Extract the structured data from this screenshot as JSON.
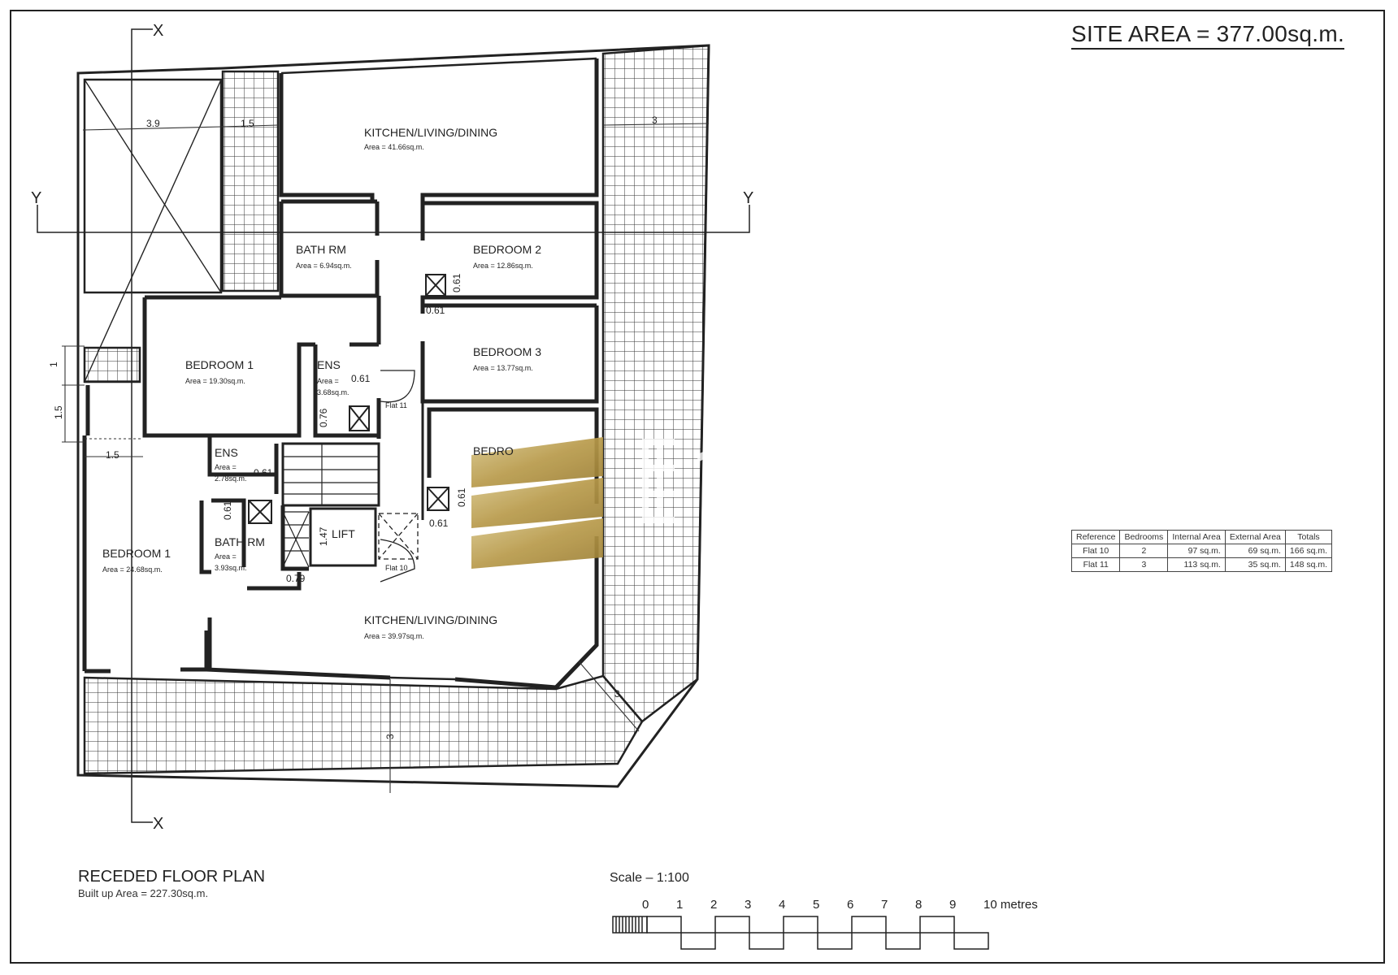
{
  "site_area": "SITE AREA = 377.00sq.m.",
  "plan": {
    "title": "RECEDED FLOOR PLAN",
    "built_up": "Built up Area = 227.30sq.m."
  },
  "sections": {
    "x": "X",
    "y": "Y"
  },
  "rooms": {
    "kitchen_top": {
      "name": "KITCHEN/LIVING/DINING",
      "area": "Area = 41.66sq.m."
    },
    "bath_top": {
      "name": "BATH RM",
      "area": "Area = 6.94sq.m."
    },
    "bedroom2": {
      "name": "BEDROOM 2",
      "area": "Area = 12.86sq.m."
    },
    "bedroom3": {
      "name": "BEDROOM 3",
      "area": "Area = 13.77sq.m."
    },
    "bedroom1_top": {
      "name": "BEDROOM 1",
      "area": "Area = 19.30sq.m."
    },
    "ens_top": {
      "name": "ENS",
      "area_l1": "Area =",
      "area_l2": "3.68sq.m."
    },
    "bedroom_partial": {
      "name": "BEDRO"
    },
    "ens_left": {
      "name": "ENS",
      "area_l1": "Area =",
      "area_l2": "2.78sq.m."
    },
    "bedroom1_bottom": {
      "name": "BEDROOM 1",
      "area": "Area = 24.68sq.m."
    },
    "bath_bottom": {
      "name": "BATH RM",
      "area_l1": "Area =",
      "area_l2": "3.93sq.m."
    },
    "lift": {
      "name": "LIFT"
    },
    "kitchen_bottom": {
      "name": "KITCHEN/LIVING/DINING",
      "area": "Area = 39.97sq.m."
    }
  },
  "flat_labels": {
    "flat11": "Flat 11",
    "flat10": "Flat 10"
  },
  "dimensions": {
    "d_3_9": "3.9",
    "d_1_5_top": "1.5",
    "d_3_top": "3",
    "d_1": "1",
    "d_1_5_side": "1.5",
    "d_1_5_bottom": "1.5",
    "d_061_a": "0.61",
    "d_061_b": "0.61",
    "d_061_c": "0.61",
    "d_061_d": "0.61",
    "d_061_e": "0.61",
    "d_061_f": "0.61",
    "d_061_g": "0.61",
    "d_076": "0.76",
    "d_147": "1.47",
    "d_079": "0.79",
    "d_3_bottom": "3",
    "d_3_corner": "3"
  },
  "scale": {
    "label": "Scale  –  1:100",
    "ticks": [
      "0",
      "1",
      "2",
      "3",
      "4",
      "5",
      "6",
      "7",
      "8",
      "9",
      "10 metres"
    ]
  },
  "area_table": {
    "headers": [
      "Reference",
      "Bedrooms",
      "Internal Area",
      "External Area",
      "Totals"
    ],
    "rows": [
      [
        "Flat 10",
        "2",
        "97 sq.m.",
        "69 sq.m.",
        "166 sq.m."
      ],
      [
        "Flat 11",
        "3",
        "113 sq.m.",
        "35 sq.m.",
        "148 sq.m."
      ]
    ]
  },
  "colors": {
    "line": "#2a2a2a",
    "hatch": "#444444",
    "logo_gold": "#b89a4a"
  }
}
